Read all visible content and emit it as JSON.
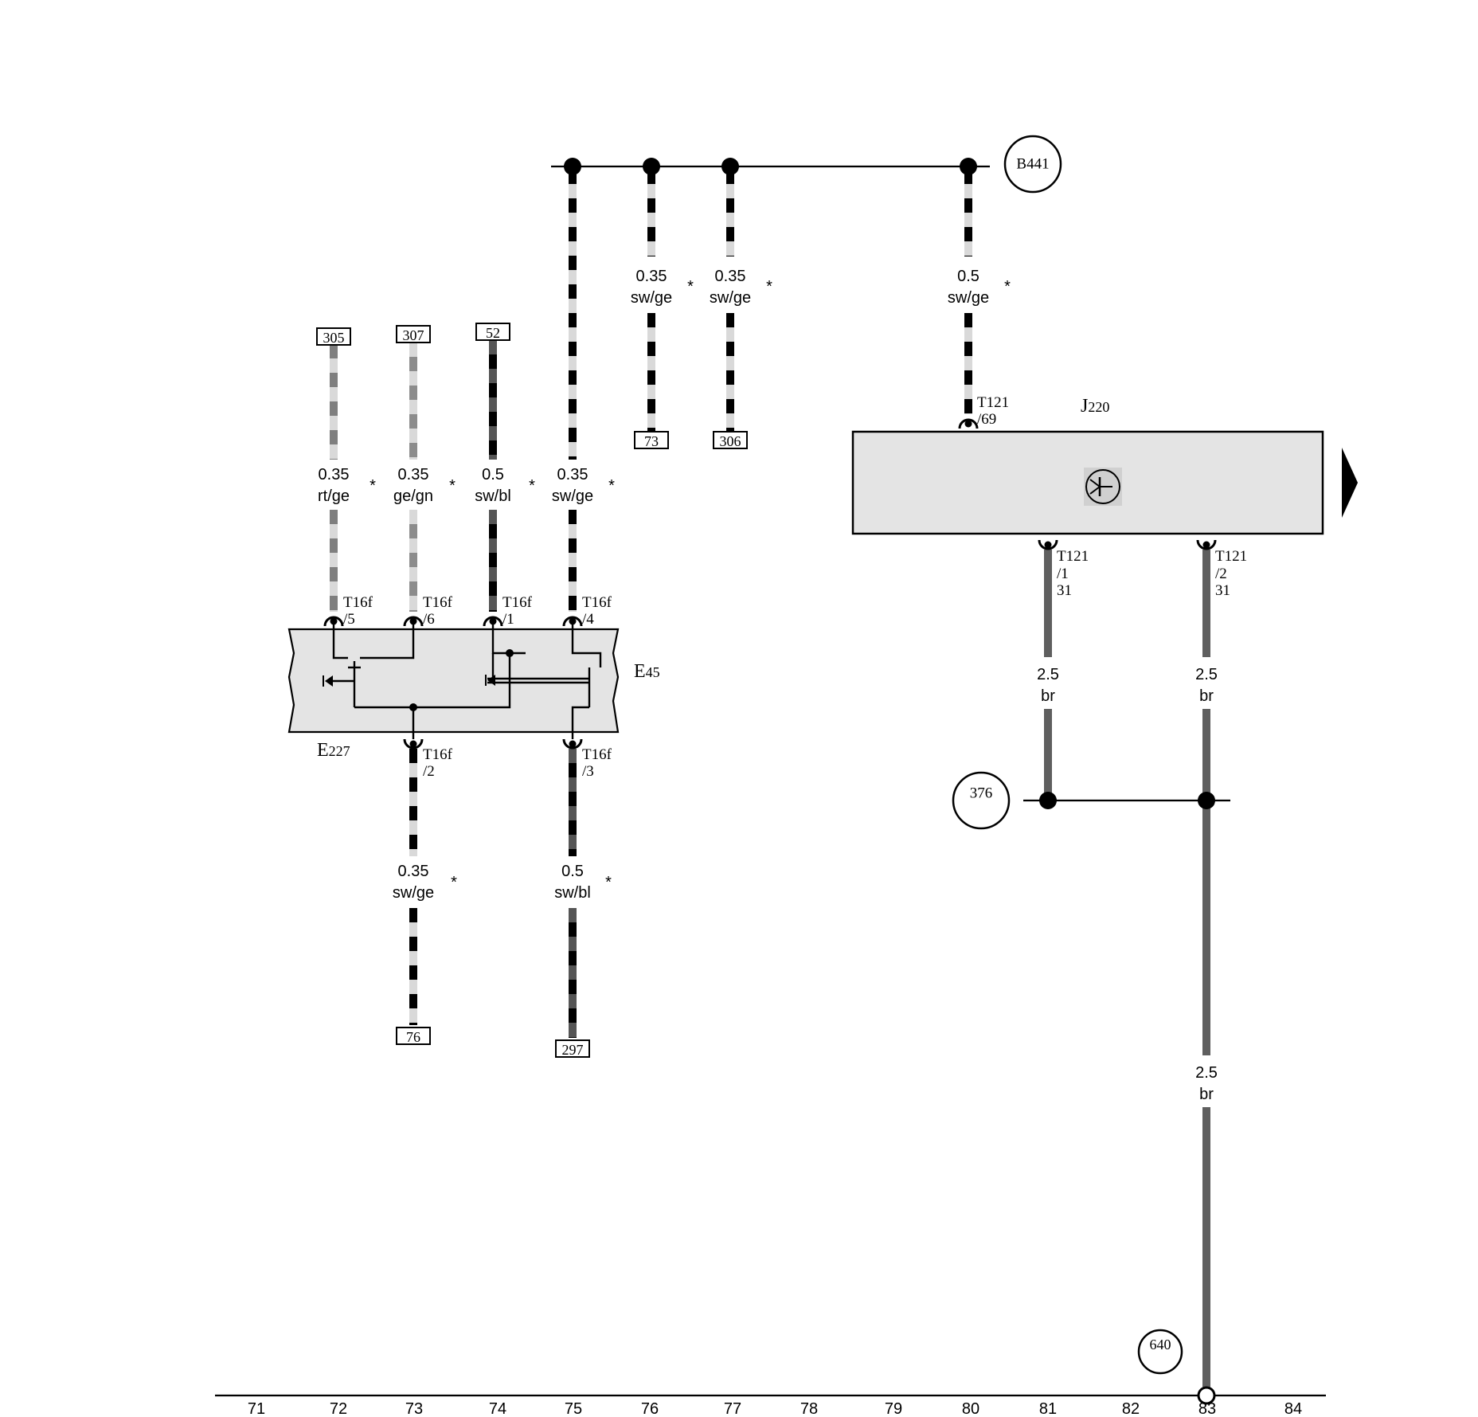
{
  "colors": {
    "black": "#000000",
    "yellow_stripe": "#d9d9d9",
    "red_stripe": "#7f7f7f",
    "green_stripe": "#8c8c8c",
    "blue_stripe": "#555555",
    "brown": "#5f5f5f",
    "component_fill": "#e4e4e4"
  },
  "references": {
    "b441": "B441",
    "r376": "376",
    "r640": "640"
  },
  "components": {
    "j220": {
      "letter": "J",
      "number": "220"
    },
    "e45": {
      "letter": "E",
      "number": "45"
    },
    "e227": {
      "letter": "E",
      "number": "227"
    }
  },
  "connectors": {
    "t121_69": {
      "name": "T121",
      "pin": "/69"
    },
    "t121_1": {
      "name": "T121",
      "pin": "/1",
      "extra": "31"
    },
    "t121_2": {
      "name": "T121",
      "pin": "/2",
      "extra": "31"
    },
    "t16f_5": {
      "name": "T16f",
      "pin": "/5"
    },
    "t16f_6": {
      "name": "T16f",
      "pin": "/6"
    },
    "t16f_1": {
      "name": "T16f",
      "pin": "/1"
    },
    "t16f_4": {
      "name": "T16f",
      "pin": "/4"
    },
    "t16f_2": {
      "name": "T16f",
      "pin": "/2"
    },
    "t16f_3": {
      "name": "T16f",
      "pin": "/3"
    }
  },
  "wires": {
    "w76": {
      "size": "0.35",
      "color": "sw/ge",
      "mark": "*"
    },
    "w77": {
      "size": "0.35",
      "color": "sw/ge",
      "mark": "*"
    },
    "w80": {
      "size": "0.5",
      "color": "sw/ge",
      "mark": "*"
    },
    "w72": {
      "size": "0.35",
      "color": "rt/ge",
      "mark": "*"
    },
    "w73": {
      "size": "0.35",
      "color": "ge/gn",
      "mark": "*"
    },
    "w74": {
      "size": "0.5",
      "color": "sw/bl",
      "mark": "*"
    },
    "w75": {
      "size": "0.35",
      "color": "sw/ge",
      "mark": "*"
    },
    "w73b": {
      "size": "0.35",
      "color": "sw/ge",
      "mark": "*"
    },
    "w75b": {
      "size": "0.5",
      "color": "sw/bl",
      "mark": "*"
    },
    "w81": {
      "size": "2.5",
      "color": "br"
    },
    "w83a": {
      "size": "2.5",
      "color": "br"
    },
    "w83b": {
      "size": "2.5",
      "color": "br"
    }
  },
  "targets": {
    "t305": "305",
    "t307": "307",
    "t52": "52",
    "t73": "73",
    "t306": "306",
    "t76": "76",
    "t297": "297"
  },
  "tracks": [
    "71",
    "72",
    "73",
    "74",
    "75",
    "76",
    "77",
    "78",
    "79",
    "80",
    "81",
    "82",
    "83",
    "84"
  ]
}
